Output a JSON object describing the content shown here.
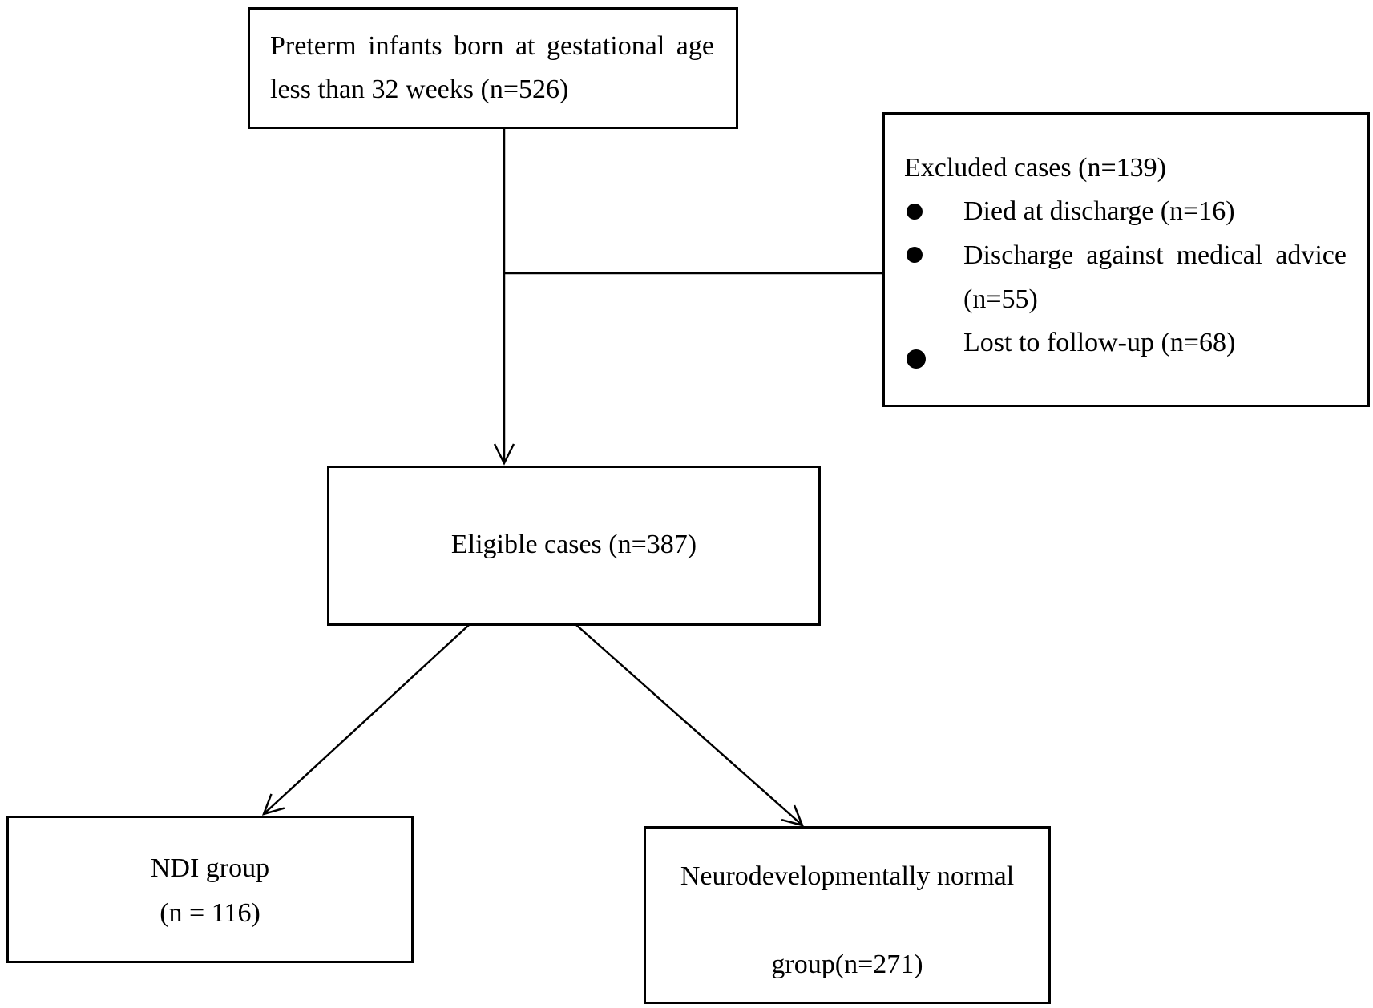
{
  "start": {
    "line1": [
      "Preterm",
      "infants",
      "born",
      "at",
      "gestational",
      "age"
    ],
    "line2": "less than 32 weeks (n=526)"
  },
  "excluded": {
    "title": "Excluded cases (n=139)",
    "reasons": [
      {
        "line1": [
          "Died at discharge (n=16)"
        ]
      },
      {
        "line1": [
          "Discharge",
          "against",
          "medical",
          "advice"
        ],
        "line2": "(n=55)"
      },
      {
        "line1": [
          "Lost to follow-up (n=68)"
        ]
      }
    ]
  },
  "eligible": {
    "label": "Eligible cases (n=387)"
  },
  "ndi": {
    "line1": "NDI group",
    "line2": "(n = 116)"
  },
  "normal": {
    "line1": "Neurodevelopmentally normal",
    "line2": "group(n=271)"
  }
}
